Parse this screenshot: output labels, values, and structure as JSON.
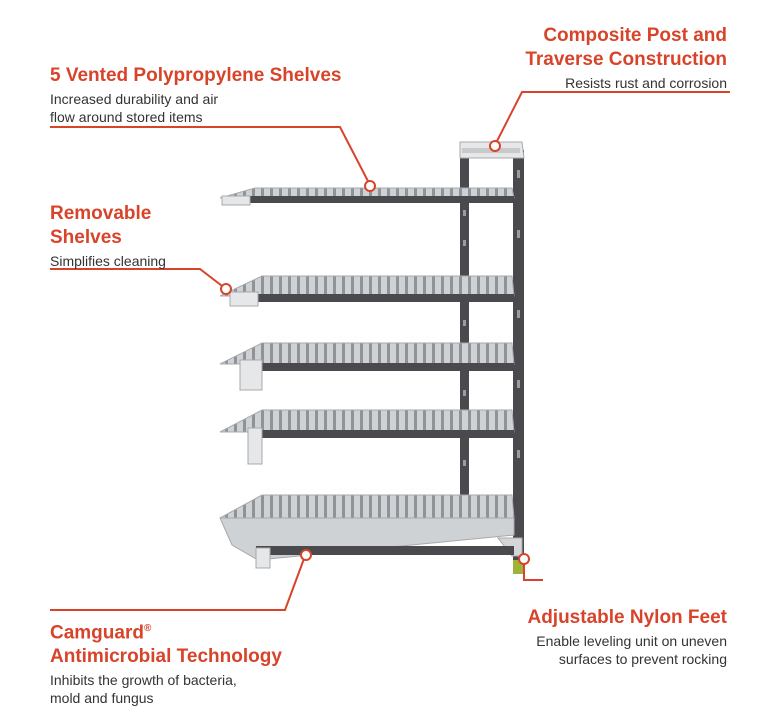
{
  "callouts": {
    "vented": {
      "title": "5 Vented Polypropylene Shelves",
      "desc_line1": "Increased durability and air",
      "desc_line2": "flow around stored items"
    },
    "removable": {
      "title_line1": "Removable",
      "title_line2": "Shelves",
      "desc": "Simplifies cleaning"
    },
    "composite": {
      "title_line1": "Composite Post and",
      "title_line2": "Traverse Construction",
      "desc": "Resists rust and corrosion"
    },
    "feet": {
      "title": "Adjustable Nylon Feet",
      "desc_line1": "Enable leveling unit on uneven",
      "desc_line2": "surfaces to prevent rocking"
    },
    "camguard": {
      "title_line1": "Camguard",
      "trademark": "®",
      "title_line2": "Antimicrobial Technology",
      "desc_line1": "Inhibits the growth of bacteria,",
      "desc_line2": "mold and fungus"
    }
  },
  "colors": {
    "accent": "#d8442a",
    "text": "#333333",
    "post": "#4a4a4e",
    "shelf": "#b9bcbf",
    "shelf_light": "#d9dbdd"
  }
}
